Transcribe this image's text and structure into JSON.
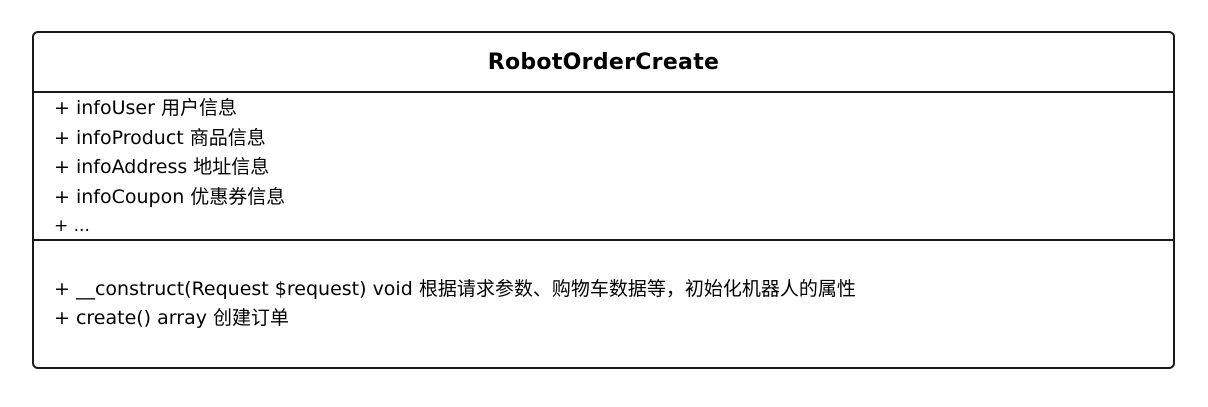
{
  "class": {
    "name": "RobotOrderCreate",
    "attributes": [
      "+ infoUser 用户信息",
      "+ infoProduct 商品信息",
      "+ infoAddress 地址信息",
      "+ infoCoupon 优惠券信息",
      "+ ..."
    ],
    "operations": [
      "+ __construct(Request $request) void 根据请求参数、购物车数据等，初始化机器人的属性",
      "+ create() array 创建订单"
    ]
  }
}
